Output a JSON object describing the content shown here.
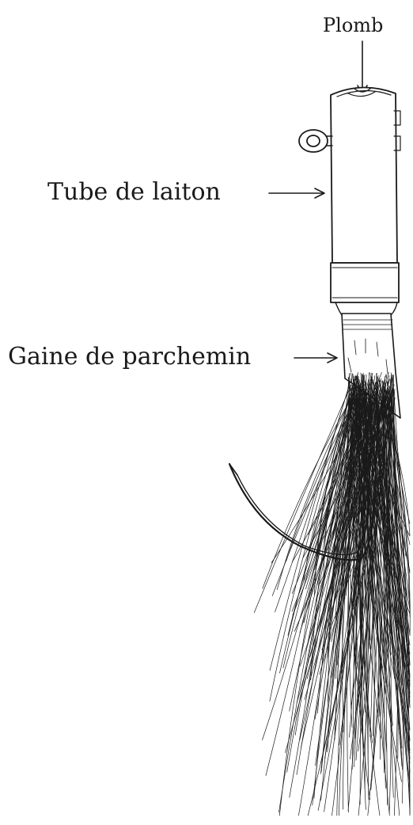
{
  "labels": {
    "plomb": "Plomb",
    "tube": "Tube de laiton",
    "gaine": "Gaine de parchemin"
  },
  "colors": {
    "ink": "#1a1a1a",
    "paper": "#ffffff"
  }
}
